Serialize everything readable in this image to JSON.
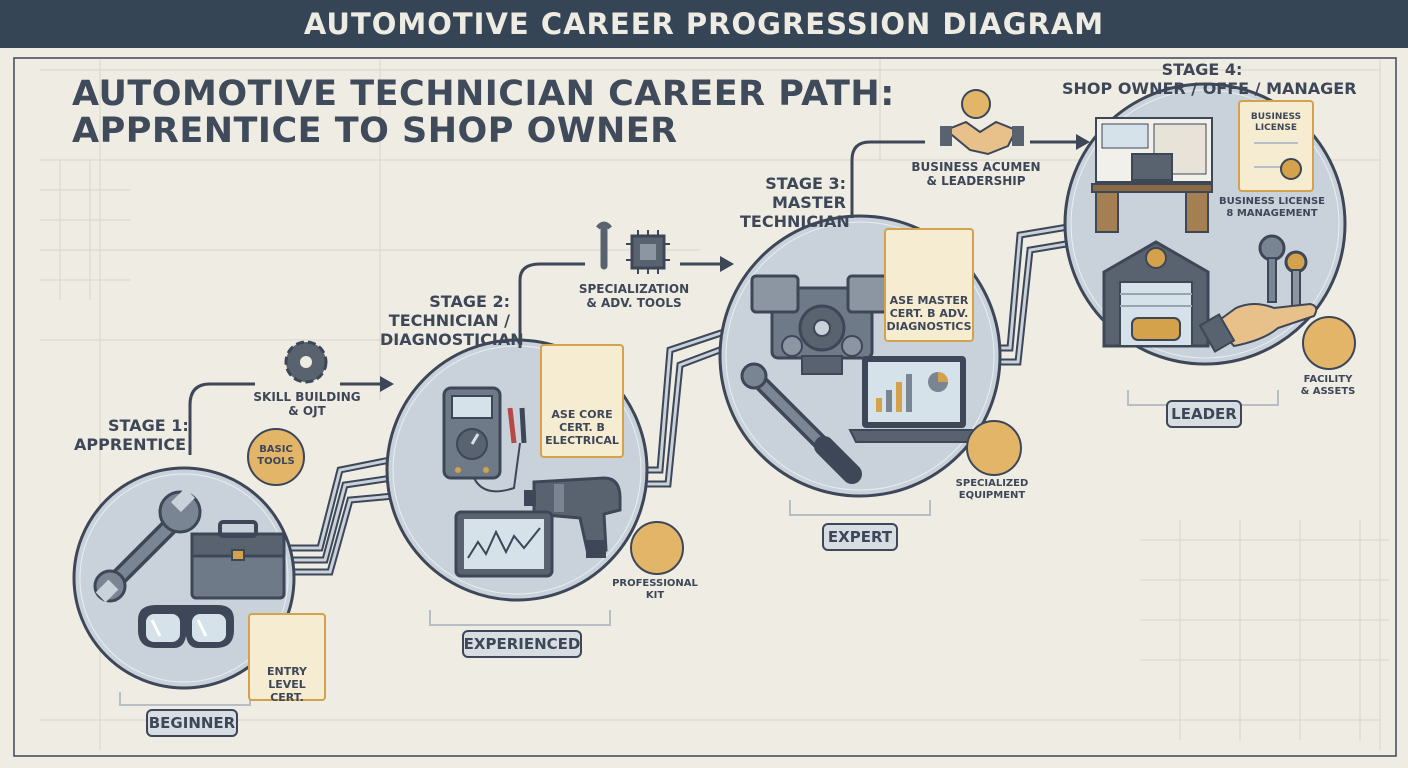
{
  "header": {
    "title": "AUTOMOTIVE CAREER PROGRESSION DIAGRAM"
  },
  "main_title": {
    "line1": "AUTOMOTIVE TECHNICIAN CAREER PATH:",
    "line2": "APPRENTICE TO SHOP OWNER"
  },
  "stages": [
    {
      "line1": "STAGE 1:",
      "line2": "APPRENTICE",
      "level": "BEGINNER"
    },
    {
      "line1": "STAGE 2:",
      "line2": "TECHNICIAN /",
      "line3": "DIAGNOSTICIAN",
      "level": "EXPERIENCED"
    },
    {
      "line1": "STAGE 3:",
      "line2": "MASTER",
      "line3": "TECHNICIAN",
      "level": "EXPERT"
    },
    {
      "line1": "STAGE 4:",
      "line2": "SHOP OWNER / OFFE / MANAGER",
      "level": "LEADER"
    }
  ],
  "transitions": [
    {
      "line1": "SKILL BUILDING",
      "line2": "& OJT"
    },
    {
      "line1": "SPECIALIZATION",
      "line2": "& ADV. TOOLS"
    },
    {
      "line1": "BUSINESS ACUMEN",
      "line2": "& LEADERSHIP"
    }
  ],
  "certs": [
    {
      "line1": "ENTRY",
      "line2": "LEVEL CERT."
    },
    {
      "line1": "ASE CORE",
      "line2": "CERT. B",
      "line3": "ELECTRICAL"
    },
    {
      "line1": "ASE MASTER",
      "line2": "CERT. B ADV.",
      "line3": "DIAGNOSTICS"
    },
    {
      "line1": "BUSINESS",
      "line2": "LICENSE"
    }
  ],
  "side_labels": {
    "basic_tools": {
      "line1": "BASIC",
      "line2": "TOOLS"
    },
    "professional_kit": {
      "line1": "PROFESSIONAL",
      "line2": "KIT"
    },
    "specialized_equipment": {
      "line1": "SPECIALIZED",
      "line2": "EQUIPMENT"
    },
    "business_license_mgmt": {
      "line1": "BUSINESS LICENSE",
      "line2": "8 MANAGEMENT"
    },
    "facility_assets": {
      "line1": "FACILITY",
      "line2": "& ASSETS"
    }
  },
  "icons": [
    "wrench-icon",
    "toolbox-icon",
    "goggles-icon",
    "gear-icon",
    "multimeter-icon",
    "impact-wrench-icon",
    "tablet-graph-icon",
    "lightning-gear-icon",
    "engine-icon",
    "torque-wrench-icon",
    "laptop-chart-icon",
    "shield-star-icon",
    "chip-icon",
    "handshake-icon",
    "dollar-coin-icon",
    "office-desk-icon",
    "garage-icon",
    "keys-icon",
    "hand-icon",
    "arrow-right-icon"
  ],
  "colors": {
    "header_bg": "#364556",
    "background": "#efece3",
    "circle_fill": "#c9d2db",
    "accent_gold": "#e2b568",
    "ink": "#3d4757"
  }
}
